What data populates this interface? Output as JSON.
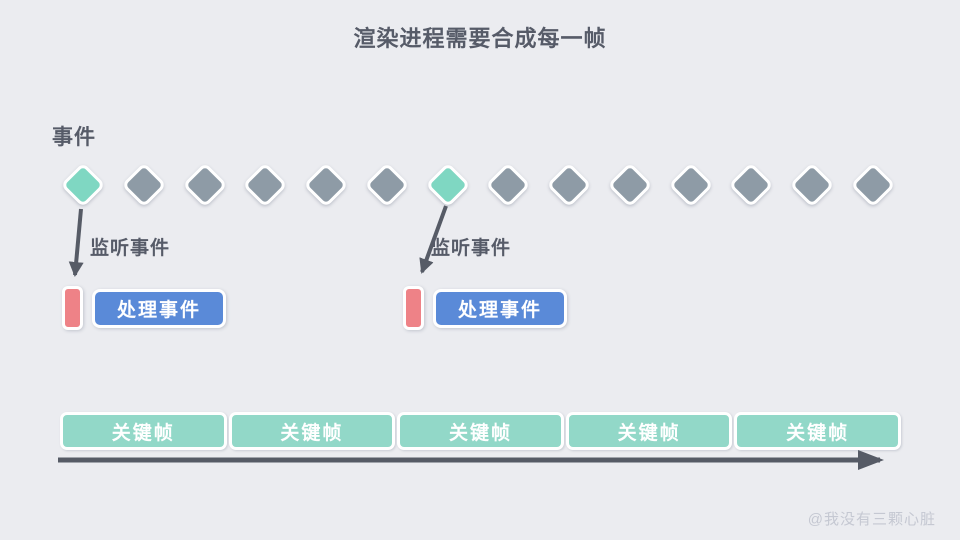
{
  "page": {
    "title": "渲染进程需要合成每一帧",
    "watermark": "@我没有三颗心脏"
  },
  "colors": {
    "background": "#ebecf0",
    "text_dark": "#565b68",
    "diamond_normal": "#8e9ba6",
    "diamond_highlight": "#7fd7c2",
    "event_pink": "#ee8287",
    "button_blue": "#5a8ad8",
    "keyframe_teal": "#92d8c8",
    "arrow_dark": "#565b66",
    "watermark_gray": "#c5c8d2"
  },
  "events_track": {
    "label": "事件",
    "diamonds": [
      "highlight",
      "normal",
      "normal",
      "normal",
      "normal",
      "normal",
      "highlight",
      "normal",
      "normal",
      "normal",
      "normal",
      "normal",
      "normal",
      "normal"
    ]
  },
  "listeners": [
    {
      "label": "监听事件",
      "handler_label": "处理事件"
    },
    {
      "label": "监听事件",
      "handler_label": "处理事件"
    }
  ],
  "keyframes": {
    "items": [
      "关键帧",
      "关键帧",
      "关键帧",
      "关键帧",
      "关键帧"
    ]
  },
  "icons": {
    "listen_arrow": "arrow-down-icon",
    "timeline": "timeline-arrow-icon"
  }
}
